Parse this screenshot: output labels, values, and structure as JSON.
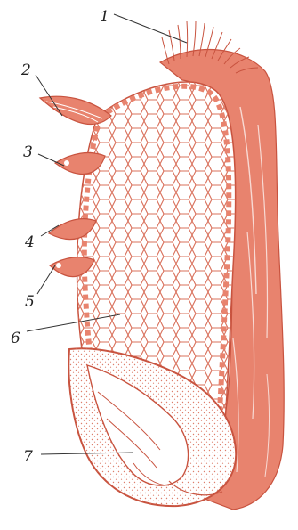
{
  "colors": {
    "tissue": "#e8836e",
    "tissue_dark": "#c8533f",
    "cell_wall": "#d9705b",
    "background": "#ffffff",
    "label": "#222222"
  },
  "labels": [
    {
      "id": "label-1",
      "text": "1"
    },
    {
      "id": "label-2",
      "text": "2"
    },
    {
      "id": "label-3",
      "text": "3"
    },
    {
      "id": "label-4",
      "text": "4"
    },
    {
      "id": "label-5",
      "text": "5"
    },
    {
      "id": "label-6",
      "text": "6"
    },
    {
      "id": "label-7",
      "text": "7"
    }
  ]
}
